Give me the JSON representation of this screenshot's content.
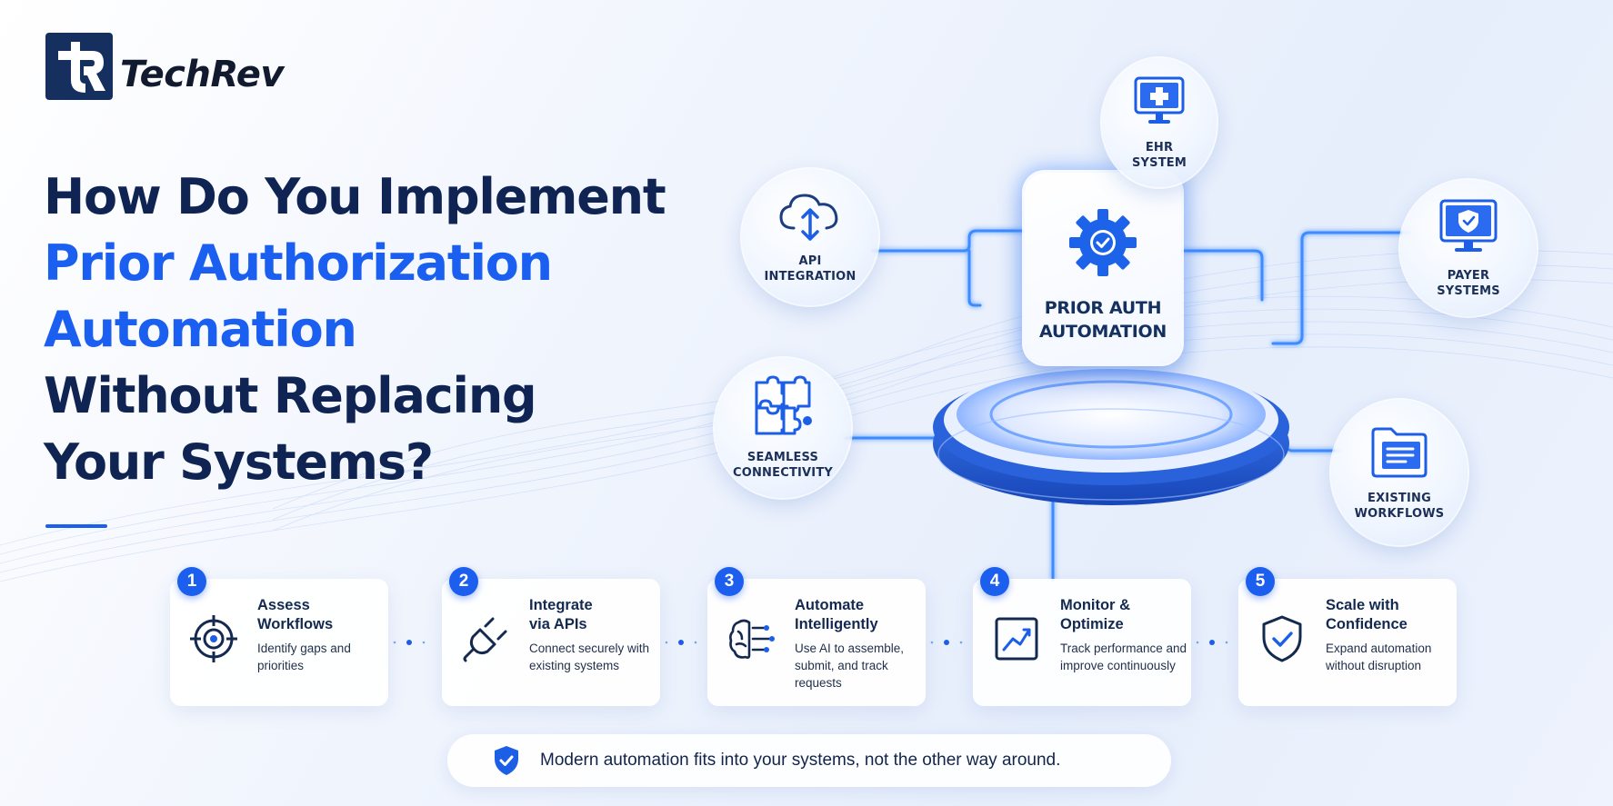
{
  "brand": {
    "logo_text": "TechRev",
    "logo_mark_letters": "tR"
  },
  "headline": {
    "line1": "How Do You Implement",
    "line2": "Prior Authorization",
    "line3": "Automation",
    "line4": "Without Replacing",
    "line5": "Your Systems?"
  },
  "hub": {
    "title": "PRIOR AUTH\nAUTOMATION",
    "icon": "gear-check-icon"
  },
  "nodes": [
    {
      "label": "EHR\nSYSTEM",
      "icon": "monitor-medical-icon"
    },
    {
      "label": "API\nINTEGRATION",
      "icon": "cloud-sync-icon"
    },
    {
      "label": "PAYER\nSYSTEMS",
      "icon": "monitor-shield-icon"
    },
    {
      "label": "SEAMLESS\nCONNECTIVITY",
      "icon": "puzzle-icon"
    },
    {
      "label": "EXISTING\nWORKFLOWS",
      "icon": "folder-document-icon"
    }
  ],
  "steps": [
    {
      "number": "1",
      "title": "Assess\nWorkflows",
      "description": "Identify gaps and priorities",
      "icon": "target-icon"
    },
    {
      "number": "2",
      "title": "Integrate\nvia APIs",
      "description": "Connect securely with existing systems",
      "icon": "plug-icon"
    },
    {
      "number": "3",
      "title": "Automate\nIntelligently",
      "description": "Use AI to assemble, submit, and track requests",
      "icon": "ai-brain-icon"
    },
    {
      "number": "4",
      "title": "Monitor &\nOptimize",
      "description": "Track performance and improve continuously",
      "icon": "chart-trend-icon"
    },
    {
      "number": "5",
      "title": "Scale with\nConfidence",
      "description": "Expand automation without disruption",
      "icon": "shield-check-icon"
    }
  ],
  "footer": {
    "text": "Modern automation fits into your systems, not the other way around.",
    "icon": "shield-check-icon"
  },
  "colors": {
    "primary_blue": "#1a5ff0",
    "navy": "#0f2452",
    "logo_bg": "#15305e"
  }
}
